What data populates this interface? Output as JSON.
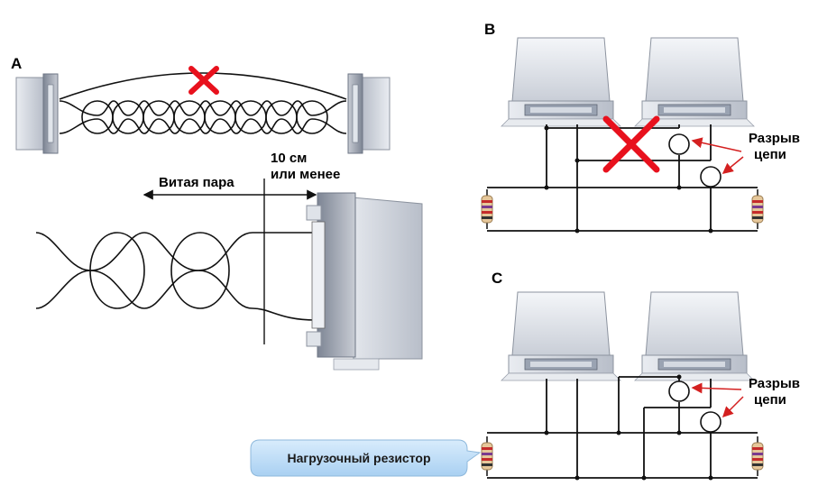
{
  "panels": {
    "a": {
      "label": "A",
      "twisted_pair_label": "Витая пара",
      "distance_label_line1": "10 см",
      "distance_label_line2": "или менее"
    },
    "b": {
      "label": "B",
      "open_circuit_label_line1": "Разрыв",
      "open_circuit_label_line2": "цепи"
    },
    "c": {
      "label": "C",
      "open_circuit_label_line1": "Разрыв",
      "open_circuit_label_line2": "цепи"
    }
  },
  "callout": {
    "text": "Нагрузочный резистор",
    "color": "#bcdcf8"
  },
  "colors": {
    "cross": "#e8111d",
    "arrow": "#d42020",
    "device": "#dde1e8",
    "resistor_band_red": "#c42b2b",
    "resistor_body": "#e6c79a"
  }
}
